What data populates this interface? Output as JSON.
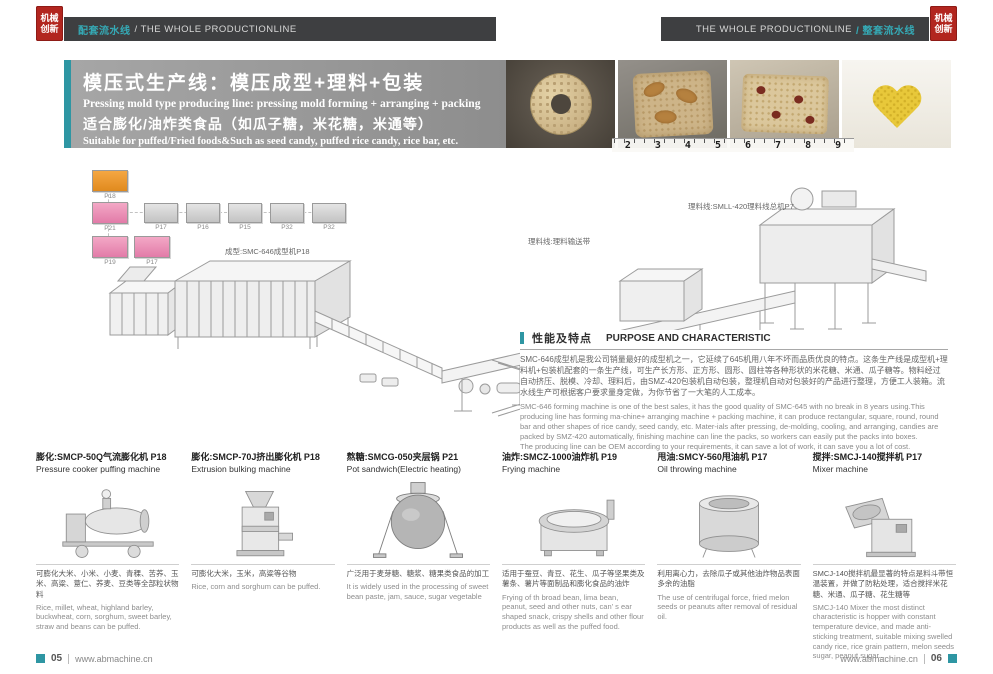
{
  "colors": {
    "teal": "#2e96a3",
    "red": "#b2261f",
    "dark": "#3e3f41"
  },
  "header": {
    "left_zh": "配套流水线",
    "left_en": "/ THE WHOLE PRODUCTIONLINE",
    "right_en": "THE WHOLE PRODUCTIONLINE",
    "right_zh": "/ 整套流水线",
    "stamp_line1": "机械",
    "stamp_line2": "创新"
  },
  "title_block": {
    "zh1": "模压式生产线：模压成型+理料+包装",
    "en1": "Pressing mold type producing line: pressing mold forming + arranging + packing",
    "zh2": "适合膨化/油炸类食品（如瓜子糖，米花糖，米通等）",
    "en2": "Suitable for puffed/Fried foods&Such as seed candy, puffed rice candy, rice bar, etc."
  },
  "photos": {
    "ruler": "2 3 4 5 6 7 8 9"
  },
  "flow": {
    "p18": {
      "label": "P18"
    },
    "p21": {
      "label": "P21"
    },
    "p19": {
      "label": "P19"
    },
    "p17b": {
      "label": "P17"
    },
    "grays": [
      {
        "label": "P17"
      },
      {
        "label": "P16"
      },
      {
        "label": "P15"
      },
      {
        "label": "P32"
      },
      {
        "label": "P32"
      }
    ]
  },
  "line_labels": {
    "forming": "成型:SMC-646成型机P18",
    "conveyor": "理料线:理料输送带",
    "arranging": "理料线:SMLL-420理料线总机P7"
  },
  "purpose": {
    "title_zh": "性能及特点",
    "title_en": "PURPOSE AND CHARACTERISTIC",
    "para_zh": "SMC-646成型机是我公司销量最好的成型机之一，它延续了645机用八年不坏而品质优良的特点。这条生产线是成型机+理料机+包装机配套的一条生产线，可生产长方形、正方形、圆形、圆柱等各种形状的米花糖、米通、瓜子糖等。物料经过自动挤压、脱模、冷却、理料后，由SMZ-420包装机自动包装，整理机自动对包装好的产品进行整理，方便工人装箱。流水线生产可根据客户要求量身定做，为你节省了一大笔的人工成本。",
    "para_en": "SMC-646 forming machine is one of the best sales, it has the good quality of SMC-645 with no break in 8 years using.This producing line has forming ma-chine+ arranging machine + packing machine, it can produce rectangular, square, round, round bar and other shapes of rice candy, seed candy, etc. Mater-ials after pressing, de-molding, cooling, and arranging, candies are packed by SMZ-420 automatically, finishing machine can line the packs, so workers can easily put the packs into boxes.\nThe producing line can be OEM according to your requirements, it can save a lot of work, it can save you a lot of cost."
  },
  "machines": [
    {
      "title": "膨化:SMCP-50Q气流膨化机 P18",
      "sub": "Pressure cooker puffing machine",
      "desc_zh": "可膨化大米、小米、小麦、青稞、苦荞、玉米、高粱、薏仁、荞麦、豆类等全部粒状物料",
      "desc_en": "Rice, millet, wheat, highland barley, buckwheat, corn, sorghum, sweet barley, straw and beans can be puffed."
    },
    {
      "title": "膨化:SMCP-70J挤出膨化机 P18",
      "sub": "Extrusion bulking machine",
      "desc_zh": "可膨化大米，玉米，高粱等谷物",
      "desc_en": "Rice, corn and sorghum can be puffed."
    },
    {
      "title": "熬糖:SMCG-050夹层锅 P21",
      "sub": "Pot sandwich(Electric heating)",
      "desc_zh": "广泛用于麦芽糖、糖浆、糖果类食品的加工",
      "desc_en": "It is widely used in the processing of sweet bean paste, jam, sauce, sugar vegetable"
    },
    {
      "title": "油炸:SMCZ-1000油炸机 P19",
      "sub": "Frying machine",
      "desc_zh": "适用于蚕豆、青豆、花生、瓜子等坚果类及薯条、薯片等面制品和膨化食品的油炸",
      "desc_en": "Frying of th broad bean, lima bean, peanut, seed and other nuts, can' s ear shaped snack, crispy shells and other flour products as well as the puffed food."
    },
    {
      "title": "甩油:SMCY-560甩油机 P17",
      "sub": "Oil throwing machine",
      "desc_zh": "利用离心力，去除瓜子或其他油炸物品表面多余的油脂",
      "desc_en": "The use of centrifugal force, fried melon seeds or peanuts after removal of residual oil."
    },
    {
      "title": "搅拌:SMCJ-140搅拌机 P17",
      "sub": "Mixer machine",
      "desc_zh": "SMCJ-140搅拌机最显著的特点是料斗带恒温装置，并做了防粘处理，适合搅拌米花糖、米通、瓜子糖、花生糖等",
      "desc_en": "SMCJ-140 Mixer the most distinct characteristic is hopper with constant temperature device, and made anti-sticking treatment, suitable mixing swelled candy rice, rice grain pattern, melon seeds sugar, peanut sugar..."
    }
  ],
  "footer": {
    "page_left": "05",
    "page_right": "06",
    "site": "www.abmachine.cn"
  }
}
